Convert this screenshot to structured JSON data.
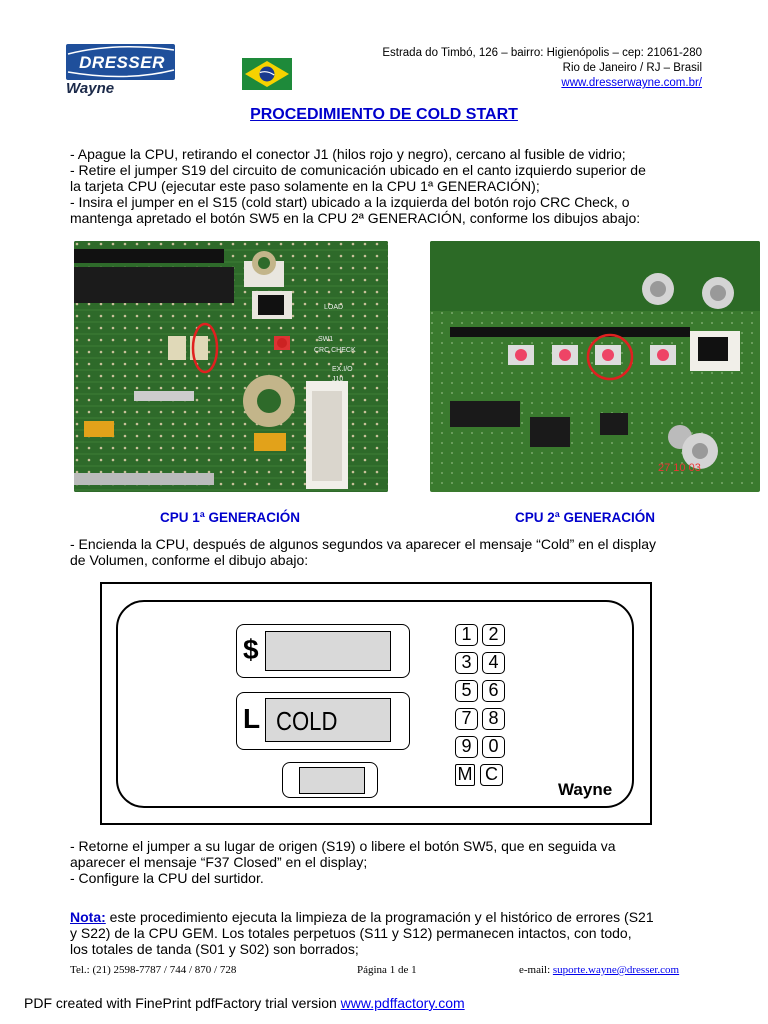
{
  "header": {
    "logo_text": "DRESSER",
    "logo_sub": "Wayne",
    "address_line1": "Estrada do Timbó, 126 – bairro: Higienópolis – cep: 21061-280",
    "address_line2": "Rio de Janeiro / RJ – Brasil",
    "website": "www.dresserwayne.com.br/"
  },
  "title": "PROCEDIMIENTO DE COLD START",
  "intro_lines": [
    "- Apague la CPU, retirando el conector J1 (hilos rojo y negro), cercano al fusible de vidrio;",
    "- Retire el jumper S19 del circuito de comunicación ubicado en el canto izquierdo superior de",
    "la tarjeta CPU (ejecutar este paso solamente en la CPU 1ª GENERACIÓN);",
    "- Insira el jumper en el S15 (cold start) ubicado a la izquierda del botón rojo CRC Check, o",
    "mantenga apretado el botón SW5 en la CPU 2ª GENERACIÓN, conforme los dibujos abajo:"
  ],
  "photos": {
    "left_caption": "CPU 1ª GENERACIÓN",
    "right_caption": "CPU 2ª GENERACIÓN",
    "left_labels": [
      "LOAD",
      "SW1",
      "CRC CHECK",
      "EX.I/O",
      "J10"
    ],
    "right_stamp": "27 10 03"
  },
  "step2_lines": [
    "- Encienda la CPU, después de algunos segundos va aparecer el mensaje “Cold” en el display",
    "de Volumen, conforme el dibujo abajo:"
  ],
  "display_panel": {
    "money_symbol": "$",
    "money_value": "",
    "volume_symbol": "L",
    "volume_value": "COLD",
    "keys": [
      "1",
      "2",
      "3",
      "4",
      "5",
      "6",
      "7",
      "8",
      "9",
      "0",
      "M",
      "C"
    ],
    "brand": "Wayne"
  },
  "step3_lines": [
    "- Retorne el jumper a su lugar de origen (S19) o libere el botón SW5, que en seguida va",
    "aparecer el mensaje “F37 Closed” en el display;",
    "- Configure la CPU del surtidor."
  ],
  "note": {
    "label": "Nota:",
    "line1": " este procedimiento ejecuta la limpieza de la programación y el histórico de errores (S21",
    "line2": "y S22) de la CPU GEM.  Los totales perpetuos (S11 y S12) permanecen intactos, con todo,",
    "line3": "los totales de tanda (S01 y S02) son borrados;"
  },
  "footer": {
    "phone": "Tel.: (21) 2598-7787 / 744 / 870 / 728",
    "page": "Página 1 de 1",
    "email_label": "e-mail: ",
    "email": "suporte.wayne@dresser.com"
  },
  "pdf_note": {
    "text": "PDF created with FinePrint pdfFactory trial version ",
    "link": "www.pdffactory.com"
  },
  "colors": {
    "link": "#0000ee",
    "heading_blue": "#0000cc",
    "logo_blue": "#1f4f9b",
    "pcb_green": "#2f6b2a"
  }
}
